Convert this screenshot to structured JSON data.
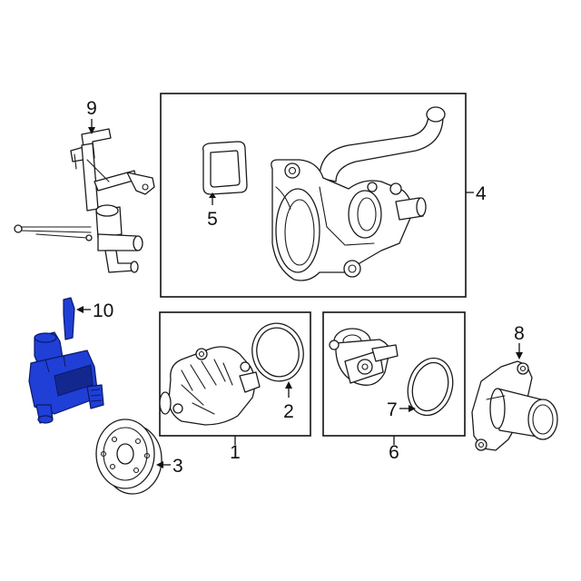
{
  "callouts": {
    "c1": "1",
    "c2": "2",
    "c3": "3",
    "c4": "4",
    "c5": "5",
    "c6": "6",
    "c7": "7",
    "c8": "8",
    "c9": "9",
    "c10": "10"
  },
  "colors": {
    "highlight": "#1f3fd6",
    "line": "#1a1a1a",
    "background": "#ffffff"
  }
}
